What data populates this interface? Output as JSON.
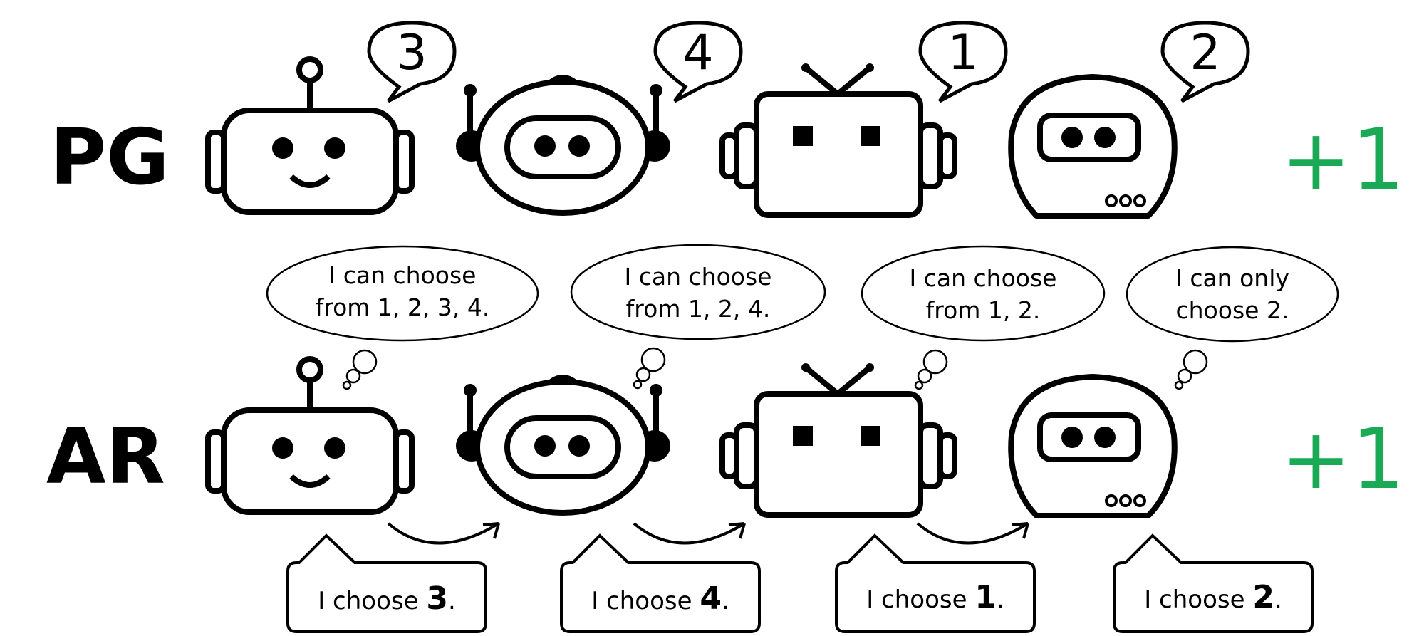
{
  "rows": [
    {
      "label": "PG",
      "score": "+1"
    },
    {
      "label": "AR",
      "score": "+1"
    }
  ],
  "pg_picks": [
    "3",
    "4",
    "1",
    "2"
  ],
  "thoughts": [
    [
      "I can choose",
      "from 1, 2, 3, 4."
    ],
    [
      "I can choose",
      "from 1, 2, 4."
    ],
    [
      "I can choose",
      "from 1, 2."
    ],
    [
      "I can only",
      "choose 2."
    ]
  ],
  "choices": [
    {
      "prefix": "I choose ",
      "number": "3",
      "suffix": "."
    },
    {
      "prefix": "I choose ",
      "number": "4",
      "suffix": "."
    },
    {
      "prefix": "I choose ",
      "number": "1",
      "suffix": "."
    },
    {
      "prefix": "I choose ",
      "number": "2",
      "suffix": "."
    }
  ],
  "colors": {
    "score": "#1aaa55",
    "ink": "#000000"
  },
  "icons": [
    "antenna-smile-robot-icon",
    "round-headphone-robot-icon",
    "tv-antenna-robot-icon",
    "dome-visor-robot-icon"
  ]
}
